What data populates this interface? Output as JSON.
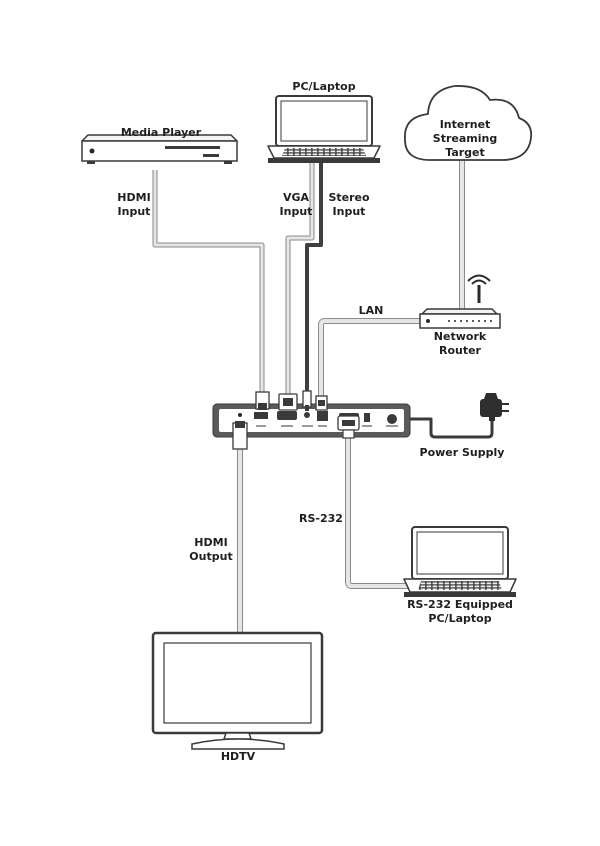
{
  "devices": {
    "media_player": {
      "label": "Media Player"
    },
    "pc_laptop": {
      "label": "PC/Laptop"
    },
    "cloud": {
      "line1": "Internet",
      "line2": "Streaming",
      "line3": "Target"
    },
    "router": {
      "line1": "Network",
      "line2": "Router"
    },
    "power_supply": {
      "label": "Power Supply"
    },
    "rs232_laptop": {
      "line1": "RS-232 Equipped",
      "line2": "PC/Laptop"
    },
    "hdtv": {
      "label": "HDTV"
    }
  },
  "connections": {
    "hdmi_input": {
      "line1": "HDMI",
      "line2": "Input"
    },
    "vga_input": {
      "line1": "VGA",
      "line2": "Input"
    },
    "stereo_input": {
      "line1": "Stereo",
      "line2": "Input"
    },
    "lan": {
      "label": "LAN"
    },
    "rs232": {
      "label": "RS-232"
    },
    "hdmi_output": {
      "line1": "HDMI",
      "line2": "Output"
    }
  },
  "colors": {
    "cable_fill": "#e6e6e6",
    "cable_stroke": "#8a8a8a",
    "device_stroke": "#4a4a4a",
    "device_body": "#5b5b5b",
    "screen_fill": "#ffffff"
  }
}
